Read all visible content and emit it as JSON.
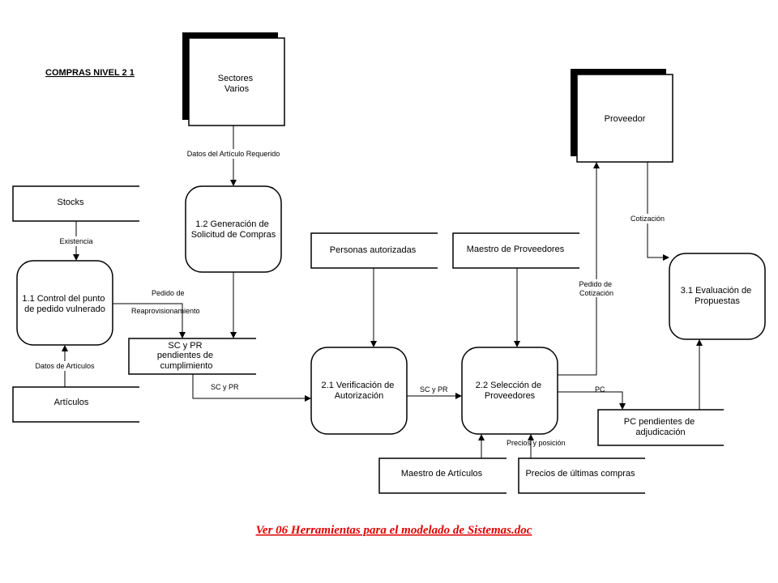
{
  "diagram": {
    "title": "COMPRAS NIVEL 2  1",
    "footer": "Ver 06 Herramientas para el modelado de Sistemas.doc",
    "entities": {
      "sectores": [
        "Sectores",
        "Varios"
      ],
      "proveedor": [
        "Proveedor"
      ]
    },
    "processes": {
      "p11": [
        "1.1 Control del punto",
        "de pedido vulnerado"
      ],
      "p12": [
        "1.2 Generación de",
        "Solicitud de Compras"
      ],
      "p21": [
        "2.1 Verificación de",
        "Autorización"
      ],
      "p22": [
        "2.2 Selección de",
        "Proveedores"
      ],
      "p31": [
        "3.1 Evaluación de",
        "Propuestas"
      ]
    },
    "stores": {
      "stocks": [
        "Stocks"
      ],
      "articulos": [
        "Artículos"
      ],
      "scpr": [
        "SC y PR",
        "pendientes de",
        "cumplimiento"
      ],
      "personas": [
        "Personas autorizadas"
      ],
      "maestro_prov": [
        "Maestro de Proveedores"
      ],
      "maestro_art": [
        "Maestro de Artículos"
      ],
      "precios": [
        "Precios de últimas compras"
      ],
      "pc_pend": [
        "PC pendientes de",
        "adjudicación"
      ]
    },
    "flows": {
      "datos_articulo": "Datos del Artículo Requerido",
      "existencia": "Existencia",
      "pedido": [
        "Pedido de",
        "Reaprovisionamiento"
      ],
      "datos_articulos": "Datos de Artículos",
      "scpr1": "SC y PR",
      "scpr2": "SC y PR",
      "pedido_cot": [
        "Pedido de",
        "Cotización"
      ],
      "cotizacion": "Cotización",
      "pc": "PC",
      "precios_pos": "Precios y posición"
    }
  }
}
